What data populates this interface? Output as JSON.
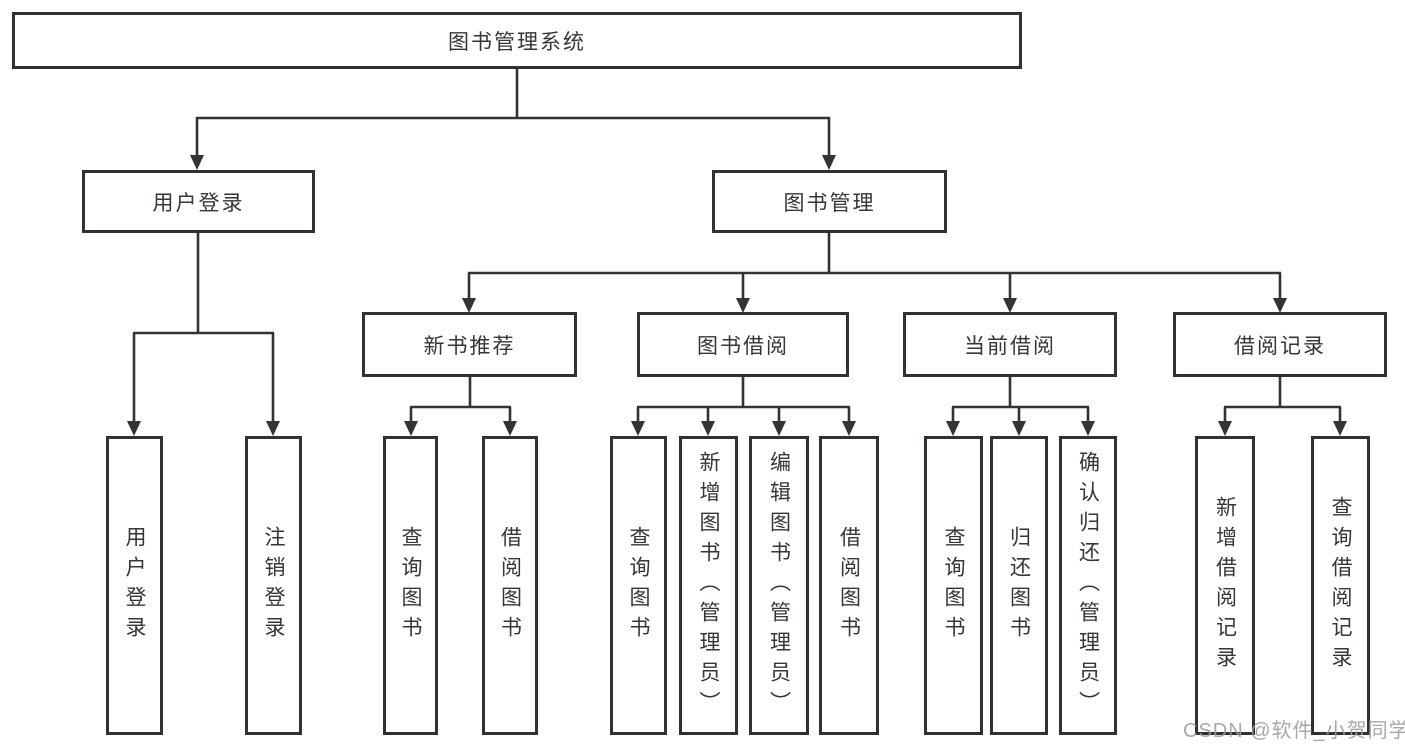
{
  "diagram": {
    "root": {
      "label": "图书管理系统"
    },
    "branches": [
      {
        "label": "用户登录",
        "children": [
          {
            "label": "用户登录"
          },
          {
            "label": "注销登录"
          }
        ]
      },
      {
        "label": "图书管理",
        "children": [
          {
            "label": "新书推荐",
            "children": [
              {
                "label": "查询图书"
              },
              {
                "label": "借阅图书"
              }
            ]
          },
          {
            "label": "图书借阅",
            "children": [
              {
                "label": "查询图书"
              },
              {
                "label": "新增图书（管理员）"
              },
              {
                "label": "编辑图书（管理员）"
              },
              {
                "label": "借阅图书"
              }
            ]
          },
          {
            "label": "当前借阅",
            "children": [
              {
                "label": "查询图书"
              },
              {
                "label": "归还图书"
              },
              {
                "label": "确认归还（管理员）"
              }
            ]
          },
          {
            "label": "借阅记录",
            "children": [
              {
                "label": "新增借阅记录"
              },
              {
                "label": "查询借阅记录"
              }
            ]
          }
        ]
      }
    ]
  },
  "watermark": {
    "text": "CSDN @软件_小贺同学"
  },
  "colors": {
    "background": "#ffffff",
    "line": "#333333",
    "box_border": "#2f3235",
    "text": "#33363b",
    "watermark": "#9e9e9e"
  }
}
